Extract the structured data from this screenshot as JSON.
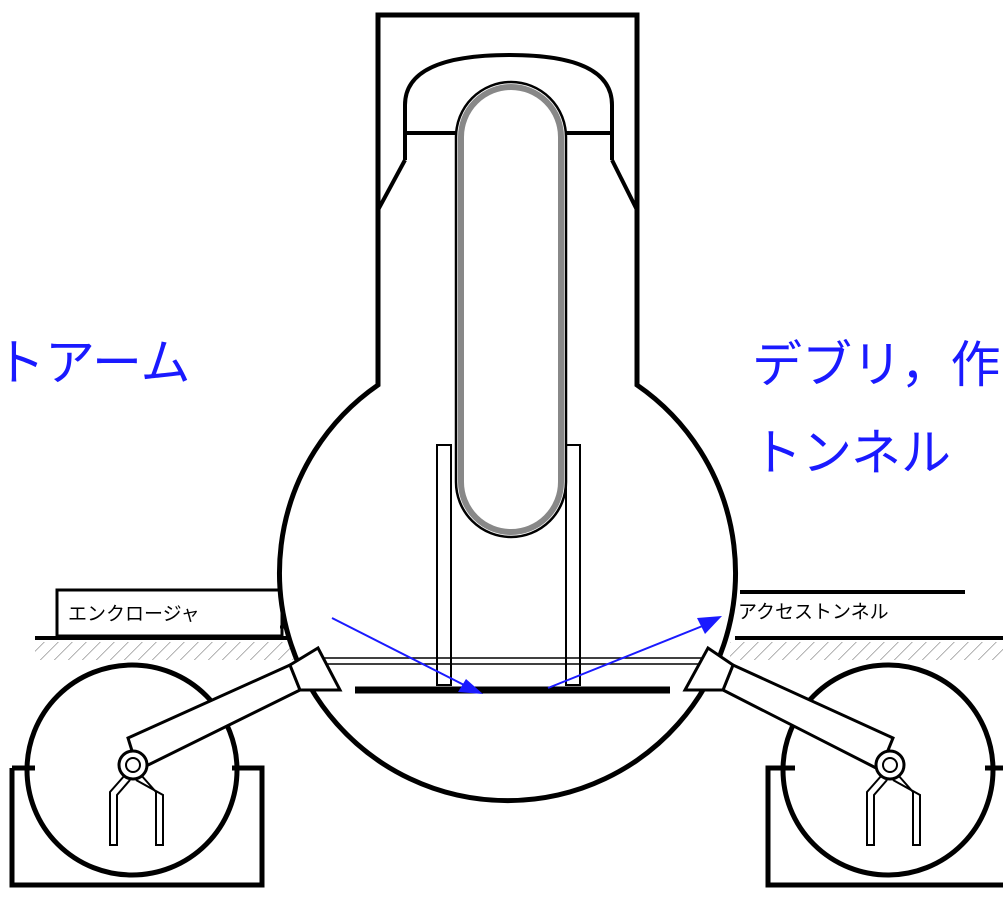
{
  "labels": {
    "robot_arm_partial": "トアーム",
    "debris_partial": "デブリ，作",
    "tunnel_partial": "トンネル",
    "enclosure": "エンクロージャ",
    "access_tunnel": "アクセストンネル"
  },
  "colors": {
    "line": "#000000",
    "annotation": "#1a1aff",
    "hatch": "#555555",
    "vessel_gray": "#888888",
    "background": "#ffffff"
  }
}
